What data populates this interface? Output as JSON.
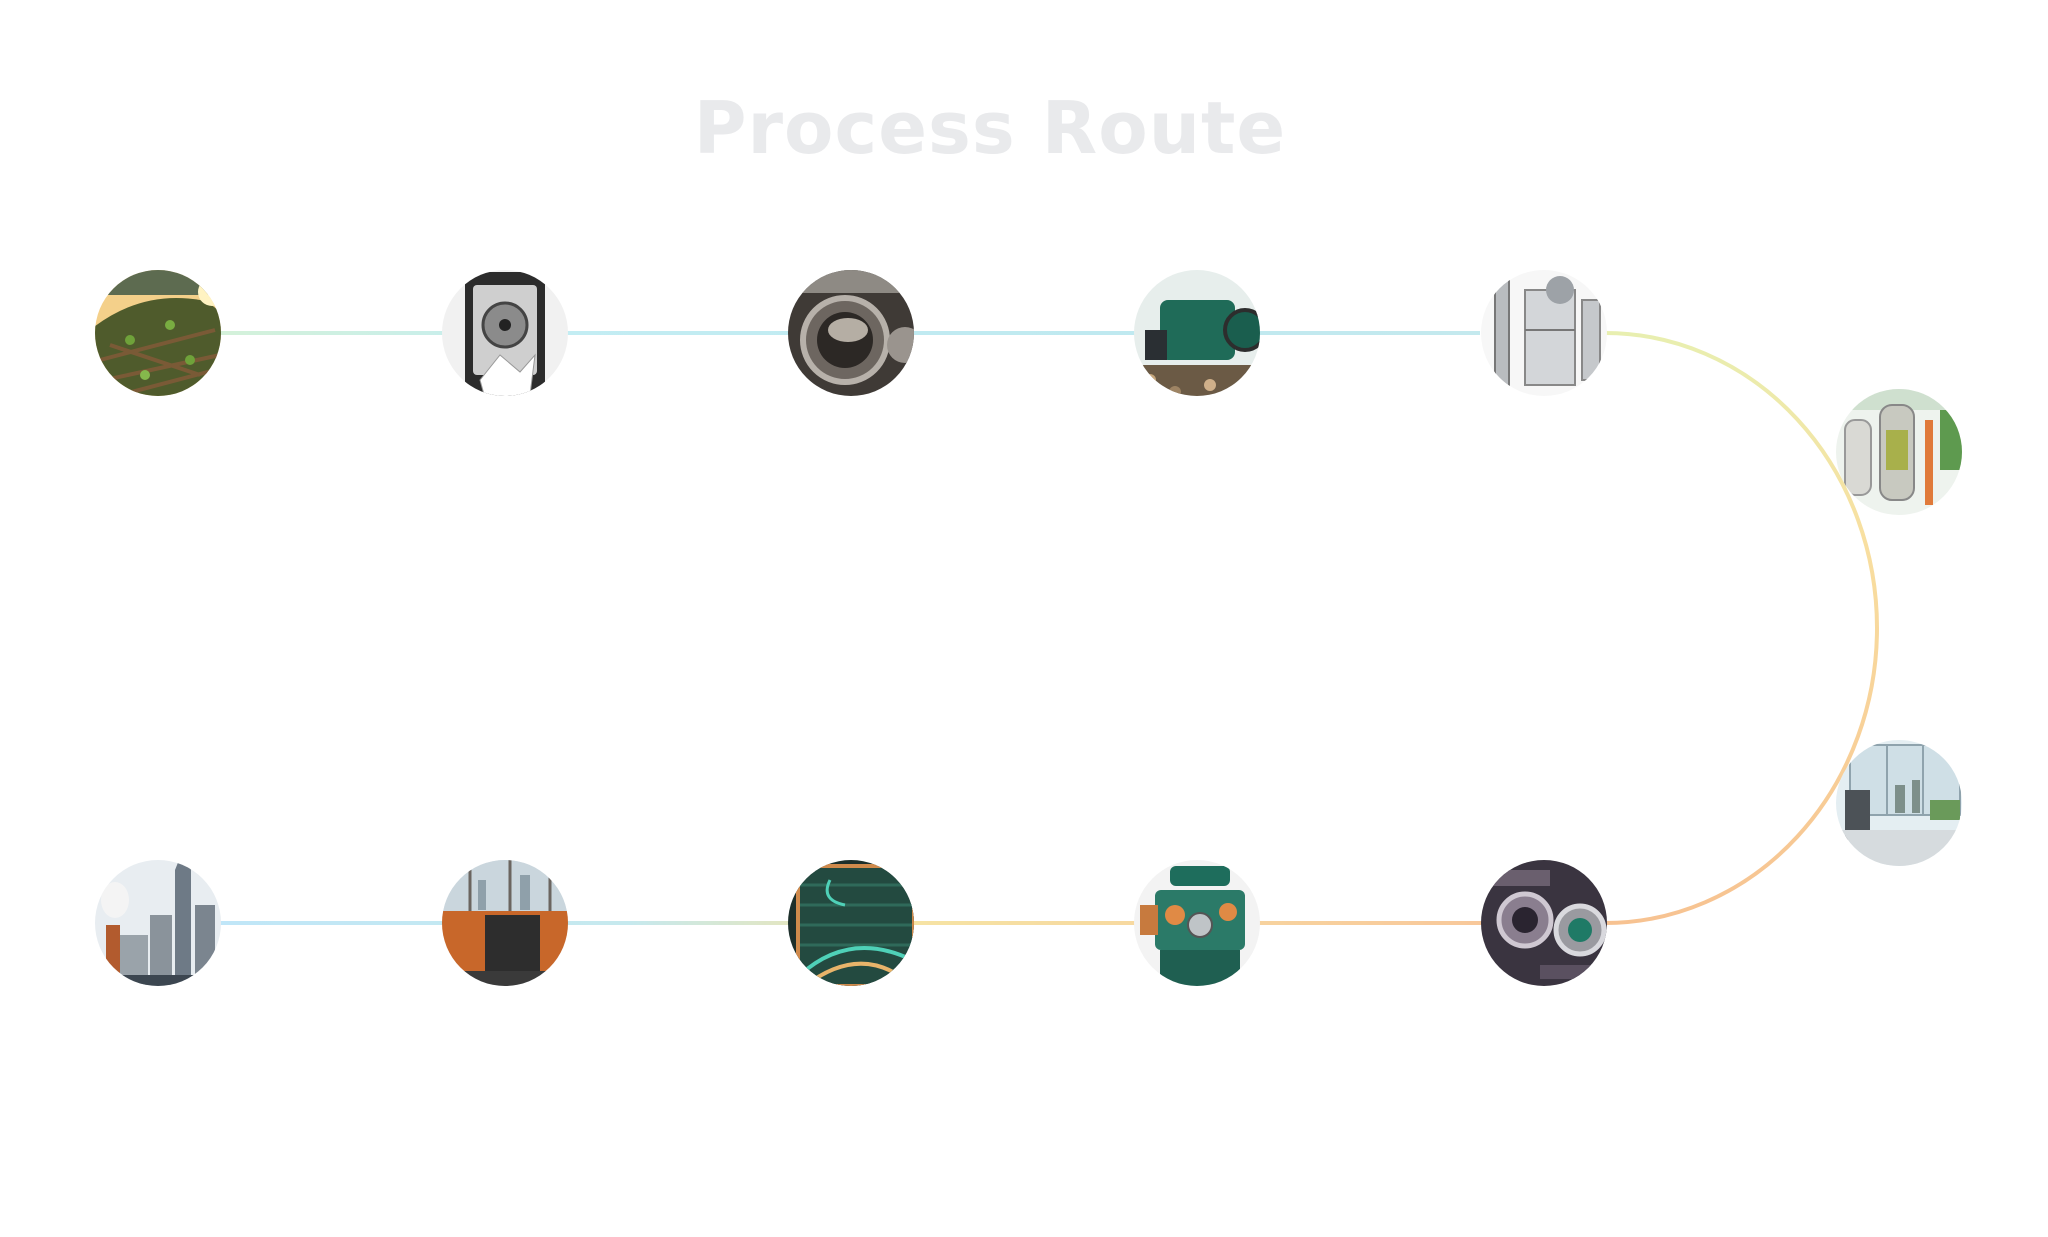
{
  "title": "Process Route",
  "colors": {
    "background": "#ffffff",
    "title": "#e9eaec",
    "line_green": "#c5efd2",
    "line_cyan": "#bfeaf3",
    "line_yellow": "#f6e2a3",
    "line_orange": "#f7c79c",
    "line_blue": "#bde6f8"
  },
  "nodes": [
    {
      "id": "node-1",
      "icon": "biomass-pile-icon"
    },
    {
      "id": "node-2",
      "icon": "shredder-icon"
    },
    {
      "id": "node-3",
      "icon": "dryer-icon"
    },
    {
      "id": "node-4",
      "icon": "pellet-mill-icon"
    },
    {
      "id": "node-5",
      "icon": "dosing-system-icon"
    },
    {
      "id": "node-6",
      "icon": "gasifier-icon"
    },
    {
      "id": "node-7",
      "icon": "gas-cleaning-lab-icon"
    },
    {
      "id": "node-8",
      "icon": "pipe-fittings-icon"
    },
    {
      "id": "node-9",
      "icon": "gas-engine-icon"
    },
    {
      "id": "node-10",
      "icon": "heat-exchanger-icon"
    },
    {
      "id": "node-11",
      "icon": "battery-storage-icon"
    },
    {
      "id": "node-12",
      "icon": "city-grid-icon"
    }
  ]
}
